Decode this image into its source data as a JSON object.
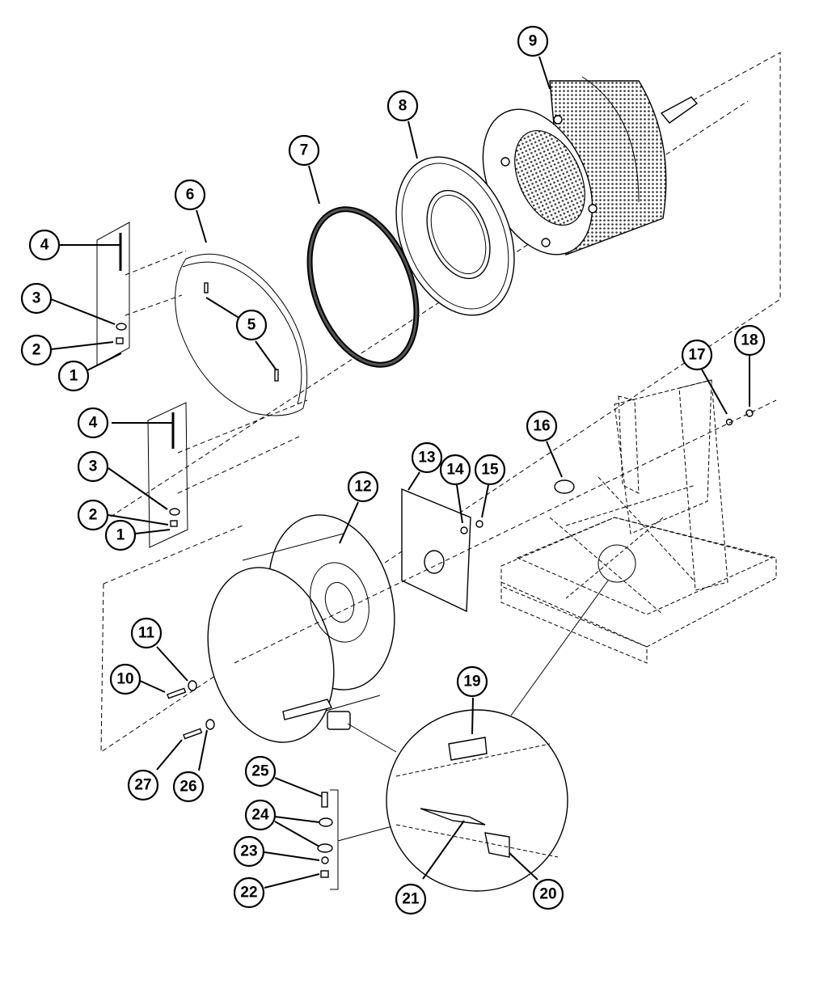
{
  "diagram": {
    "callouts": [
      {
        "id": "c1a",
        "label": "1"
      },
      {
        "id": "c2a",
        "label": "2"
      },
      {
        "id": "c3a",
        "label": "3"
      },
      {
        "id": "c4a",
        "label": "4"
      },
      {
        "id": "c5",
        "label": "5"
      },
      {
        "id": "c6",
        "label": "6"
      },
      {
        "id": "c7",
        "label": "7"
      },
      {
        "id": "c8",
        "label": "8"
      },
      {
        "id": "c9",
        "label": "9"
      },
      {
        "id": "c4b",
        "label": "4"
      },
      {
        "id": "c3b",
        "label": "3"
      },
      {
        "id": "c2b",
        "label": "2"
      },
      {
        "id": "c1b",
        "label": "1"
      },
      {
        "id": "c12",
        "label": "12"
      },
      {
        "id": "c13",
        "label": "13"
      },
      {
        "id": "c14",
        "label": "14"
      },
      {
        "id": "c15",
        "label": "15"
      },
      {
        "id": "c16",
        "label": "16"
      },
      {
        "id": "c17",
        "label": "17"
      },
      {
        "id": "c18",
        "label": "18"
      },
      {
        "id": "c11",
        "label": "11"
      },
      {
        "id": "c10",
        "label": "10"
      },
      {
        "id": "c19",
        "label": "19"
      },
      {
        "id": "c27",
        "label": "27"
      },
      {
        "id": "c26",
        "label": "26"
      },
      {
        "id": "c25",
        "label": "25"
      },
      {
        "id": "c24",
        "label": "24"
      },
      {
        "id": "c23",
        "label": "23"
      },
      {
        "id": "c22",
        "label": "22"
      },
      {
        "id": "c21",
        "label": "21"
      },
      {
        "id": "c20",
        "label": "20"
      }
    ]
  }
}
